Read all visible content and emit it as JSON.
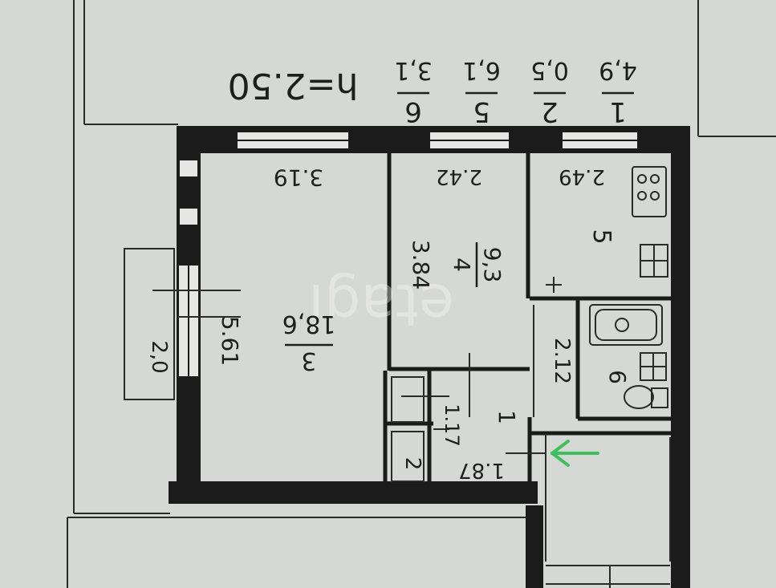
{
  "height_label": "h=2.50",
  "explication": {
    "rows": [
      {
        "room": "1",
        "area": "4,9"
      },
      {
        "room": "2",
        "area": "0,5"
      },
      {
        "room": "5",
        "area": "6,1"
      },
      {
        "room": "6",
        "area": "3,1"
      }
    ]
  },
  "rooms": {
    "r3": {
      "number": "3",
      "area": "18,6",
      "width": "3.19",
      "length": "5.61"
    },
    "r4": {
      "number": "4",
      "area": "9,3",
      "width": "2.42",
      "length": "3.84"
    },
    "r5": {
      "number": "5",
      "width": "2.49"
    },
    "r6": {
      "number": "6",
      "length": "2.12"
    },
    "r1": {
      "number": "1",
      "length": "1.87",
      "width": "1.17"
    },
    "r2": {
      "number": "2"
    }
  },
  "balcony": {
    "area": "2,0"
  },
  "watermark": "etagi",
  "arrow_color": "#3fbf5a",
  "colors": {
    "paper": "#d6d8d5",
    "wall": "#1b1b1b",
    "line": "#2a2a2a"
  }
}
